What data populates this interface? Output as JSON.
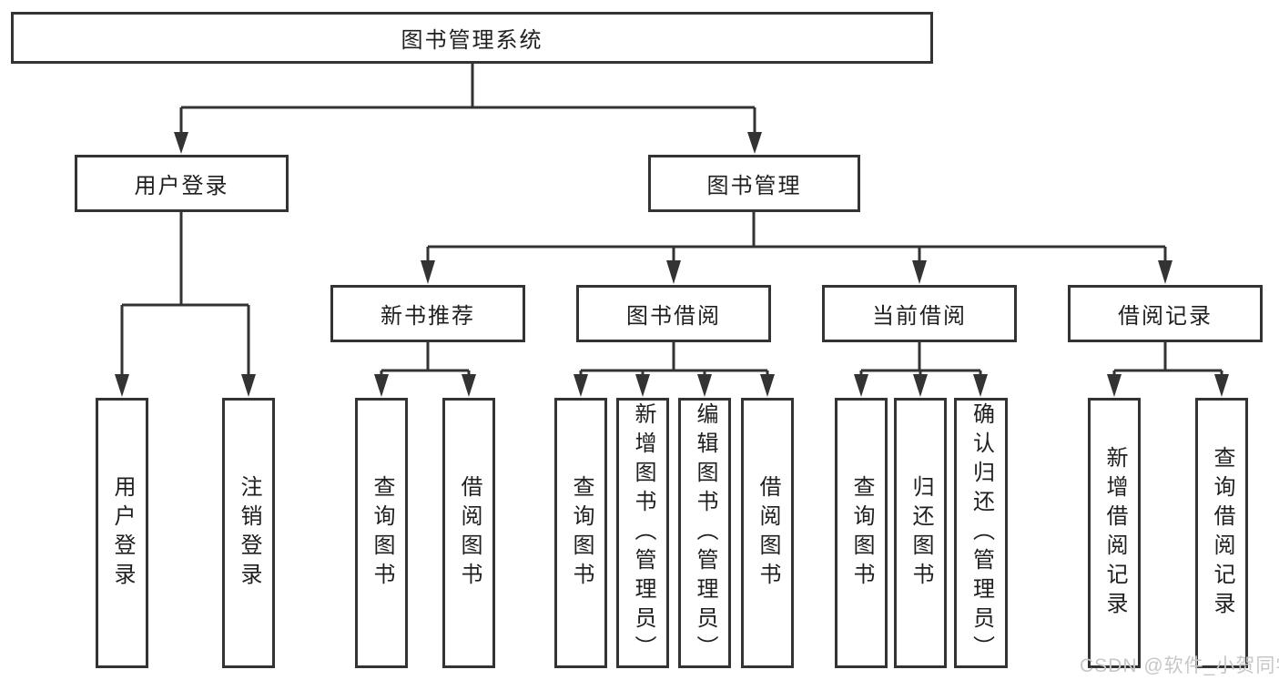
{
  "colors": {
    "background": "#ffffff",
    "line": "#333333",
    "text": "#1f1f1f",
    "watermark": "#c7c7c7"
  },
  "tree": {
    "root": {
      "label": "图书管理系统"
    },
    "branches": [
      {
        "label": "用户登录",
        "children": [
          {
            "label": "用户登录"
          },
          {
            "label": "注销登录"
          }
        ]
      },
      {
        "label": "图书管理",
        "children": [
          {
            "label": "新书推荐",
            "children": [
              {
                "label": "查询图书"
              },
              {
                "label": "借阅图书"
              }
            ]
          },
          {
            "label": "图书借阅",
            "children": [
              {
                "label": "查询图书"
              },
              {
                "label": "新增图书（管理员）"
              },
              {
                "label": "编辑图书（管理员）"
              },
              {
                "label": "借阅图书"
              }
            ]
          },
          {
            "label": "当前借阅",
            "children": [
              {
                "label": "查询图书"
              },
              {
                "label": "归还图书"
              },
              {
                "label": "确认归还（管理员）"
              }
            ]
          },
          {
            "label": "借阅记录",
            "children": [
              {
                "label": "新增借阅记录"
              },
              {
                "label": "查询借阅记录"
              }
            ]
          }
        ]
      }
    ]
  },
  "watermark": {
    "text": "CSDN @软件_小贺同学"
  }
}
